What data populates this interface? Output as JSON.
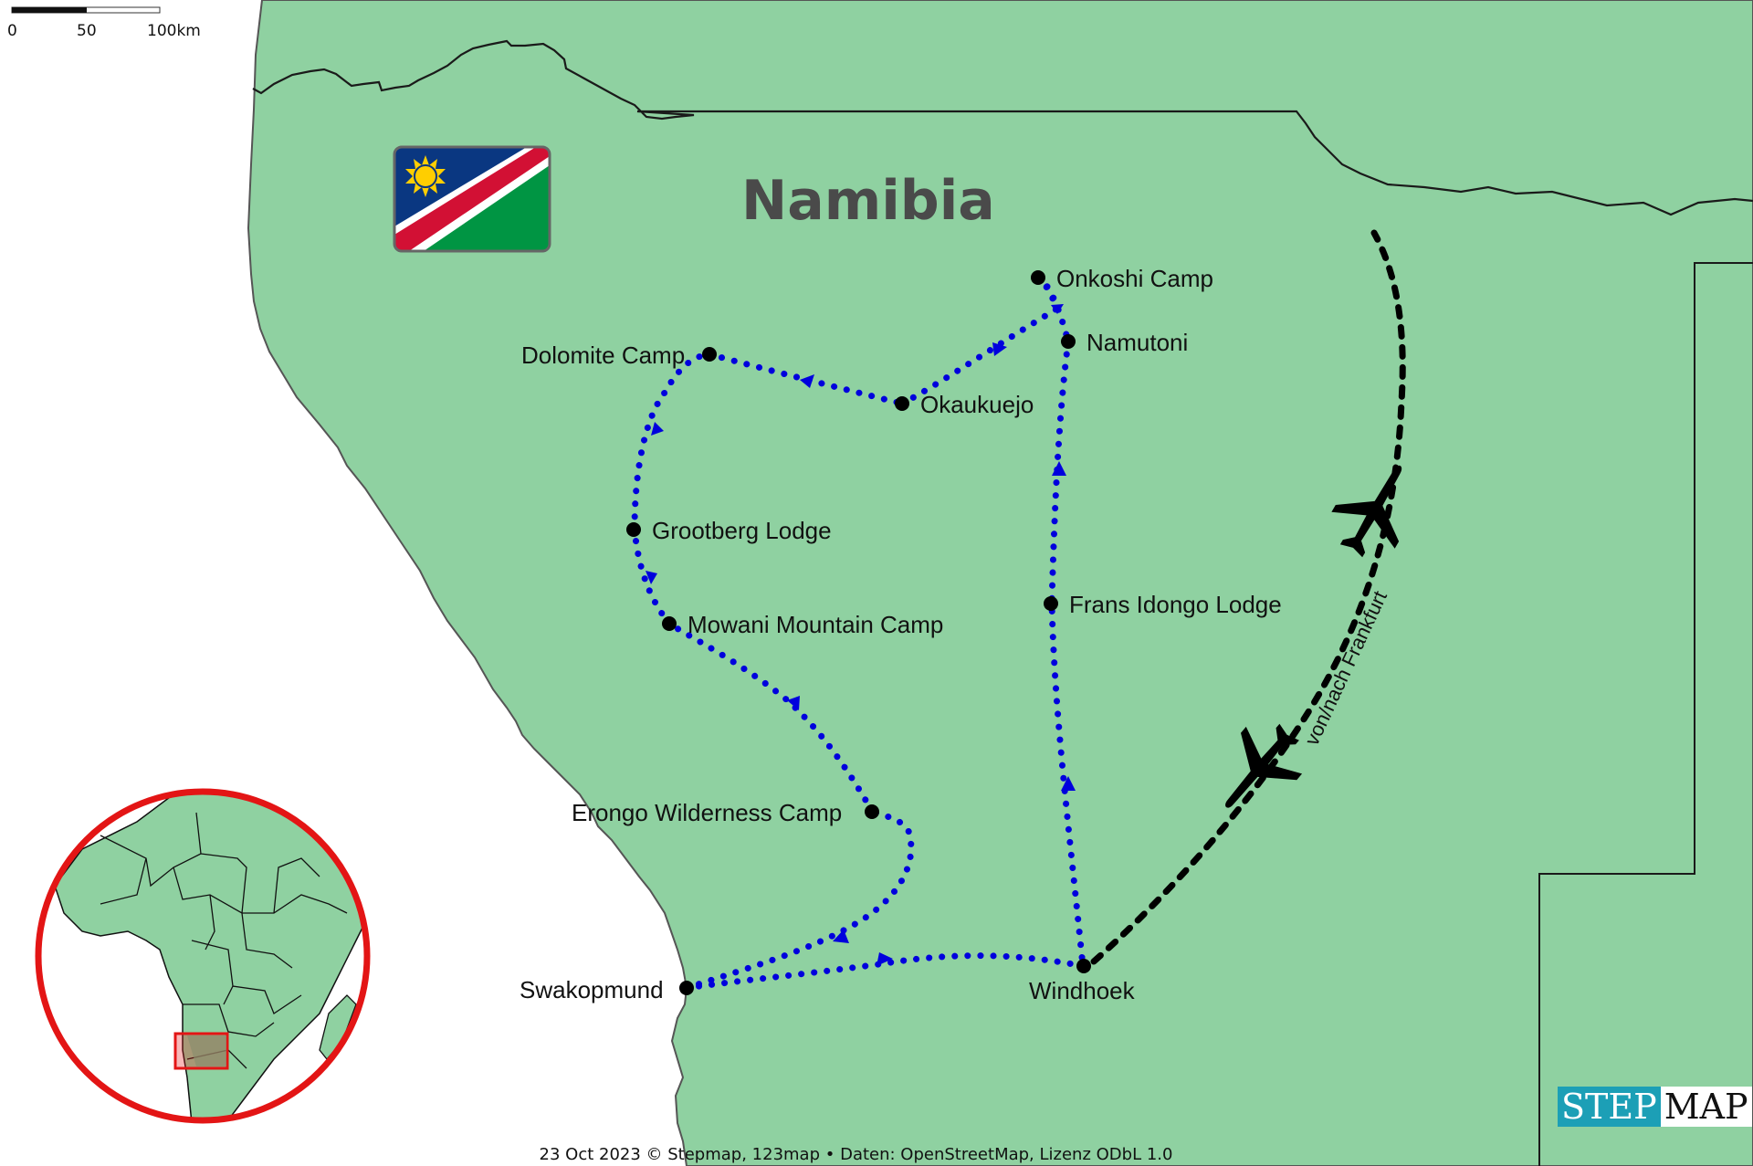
{
  "map": {
    "title": "Namibia",
    "land_color": "#8fd1a1",
    "sea_color": "#ffffff",
    "route_color": "#0000dd",
    "marker_color": "#000000"
  },
  "scale_bar": {
    "labels": [
      "0",
      "50",
      "100km"
    ]
  },
  "places": [
    {
      "name": "Onkoshi Camp"
    },
    {
      "name": "Namutoni"
    },
    {
      "name": "Dolomite Camp"
    },
    {
      "name": "Okaukuejo"
    },
    {
      "name": "Grootberg Lodge"
    },
    {
      "name": "Mowani Mountain Camp"
    },
    {
      "name": "Frans Idongo Lodge"
    },
    {
      "name": "Erongo Wilderness Camp"
    },
    {
      "name": "Swakopmund"
    },
    {
      "name": "Windhoek"
    }
  ],
  "flight": {
    "label": "von/nach Frankfurt"
  },
  "flag": {
    "country": "Namibia",
    "colors": {
      "blue": "#0a3781",
      "red": "#d21034",
      "green": "#009543",
      "white": "#ffffff",
      "sun": "#ffce00"
    }
  },
  "inset": {
    "description": "Africa overview with Namibia highlighted",
    "ring_color": "#e31515"
  },
  "footer": {
    "credit": "23 Oct 2023 © Stepmap, 123map • Daten: OpenStreetMap, Lizenz ODbL 1.0"
  },
  "logo": {
    "part1": "STEP",
    "part2": "MAP"
  }
}
